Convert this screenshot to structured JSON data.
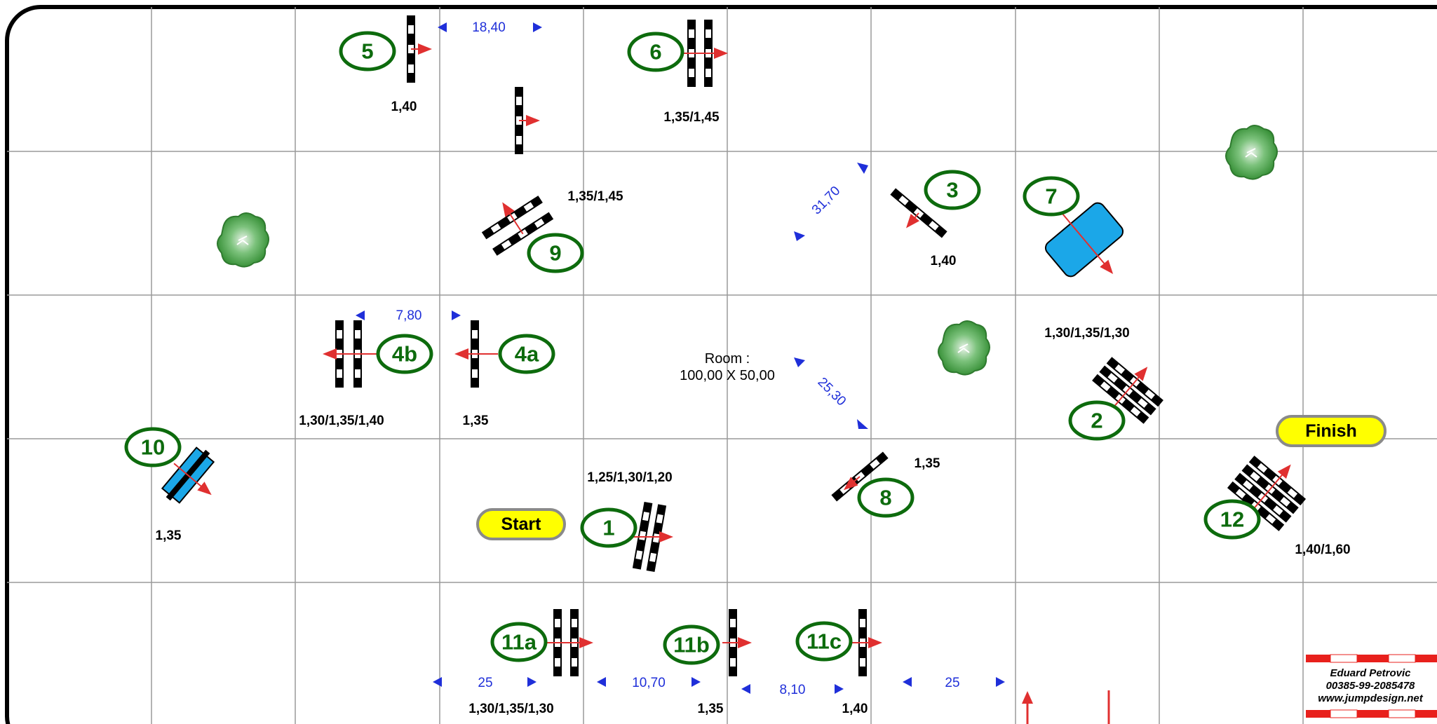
{
  "room": {
    "label": "Room :",
    "size": "100,00 X 50,00"
  },
  "markers": {
    "start": "Start",
    "finish": "Finish"
  },
  "credit": {
    "name": "Eduard Petrovic",
    "phone": "00385-99-2085478",
    "web": "www.jumpdesign.net"
  },
  "obstacles": [
    {
      "id": "1",
      "height": "1,25/1,30/1,20"
    },
    {
      "id": "2",
      "height": "1,30/1,35/1,30"
    },
    {
      "id": "3",
      "height": "1,40"
    },
    {
      "id": "4a",
      "height": "1,35"
    },
    {
      "id": "4b",
      "height": "1,30/1,35/1,40"
    },
    {
      "id": "5",
      "height": "1,40"
    },
    {
      "id": "6",
      "height": "1,35/1,45"
    },
    {
      "id": "7",
      "height": ""
    },
    {
      "id": "8",
      "height": "1,35"
    },
    {
      "id": "9",
      "height": "1,35/1,45"
    },
    {
      "id": "10",
      "height": "1,35"
    },
    {
      "id": "11a",
      "height": "1,30/1,35/1,30"
    },
    {
      "id": "11b",
      "height": "1,35"
    },
    {
      "id": "11c",
      "height": "1,40"
    },
    {
      "id": "12",
      "height": "1,40/1,60"
    }
  ],
  "distances": [
    "18,40",
    "31,70",
    "7,80",
    "25,30",
    "25",
    "10,70",
    "8,10",
    "25"
  ],
  "colors": {
    "grid": "#9a9a9a",
    "label_green": "#0d6b0d",
    "distance_blue": "#1f2fd9",
    "direction_red": "#e03030",
    "water_blue": "#1ba7e8",
    "marker_yellow": "#ffff00",
    "tree_green": "#3e9a3e"
  }
}
